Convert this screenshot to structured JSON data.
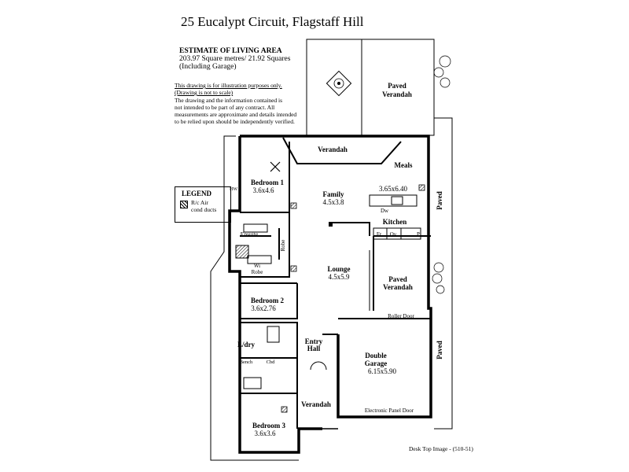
{
  "title": "25 Eucalypt Circuit,  Flagstaff Hill",
  "estimate": {
    "heading": "ESTIMATE OF LIVING AREA",
    "line1": "203.97 Square metres/  21.92 Squares",
    "line2": "(Including Garage)"
  },
  "disclaimer": {
    "line1": "This drawing is for illustration purposes only.",
    "line2": "(Drawing is not to scale)",
    "line3": "The drawing and the information contained is",
    "line4": "not intended to be part of any contract.  All",
    "line5": "measurements are approximate and details intended",
    "line6": "to be relied upon should be independently verified."
  },
  "legend": {
    "title": "LEGEND",
    "item_line1": "R/c Air",
    "item_line2": "cond ducts"
  },
  "rooms": {
    "paved_verandah_top": [
      "Paved",
      "Verandah"
    ],
    "verandah_top": "Verandah",
    "meals": "Meals",
    "bedroom1": [
      "Bedroom 1",
      "3.6x4.6"
    ],
    "hw": "HW",
    "family": [
      "Family",
      "4.5x3.8"
    ],
    "kitchen_dims": "3.65x6.40",
    "dw": "Dw",
    "kitchen": "Kitchen",
    "fr": "Fr",
    "ov": "Ov",
    "p": "P",
    "ensuite": "Ensuite",
    "robe": "Robe",
    "wi_robe": [
      "Wi",
      "Robe"
    ],
    "lounge": [
      "Lounge",
      "4.5x5.9"
    ],
    "paved_verandah_mid": [
      "Paved",
      "Verandah"
    ],
    "bedroom2": [
      "Bedroom 2",
      "3.6x2.76"
    ],
    "roller_door": "Roller Door",
    "ldry": "L/dry",
    "entry_hall": [
      "Entry",
      "Hall"
    ],
    "double_garage": [
      "Double",
      "Garage",
      "6.15x5.90"
    ],
    "bench": "Bench",
    "cbd": "Cbd",
    "bedroom3": [
      "Bedroom 3",
      "3.6x3.6"
    ],
    "verandah_front": "Verandah",
    "electronic_panel_door": "Electronic Panel Door",
    "paved_right_1": "Paved",
    "paved_right_2": "Paved"
  },
  "footer": "Desk Top Image - (510-51)"
}
